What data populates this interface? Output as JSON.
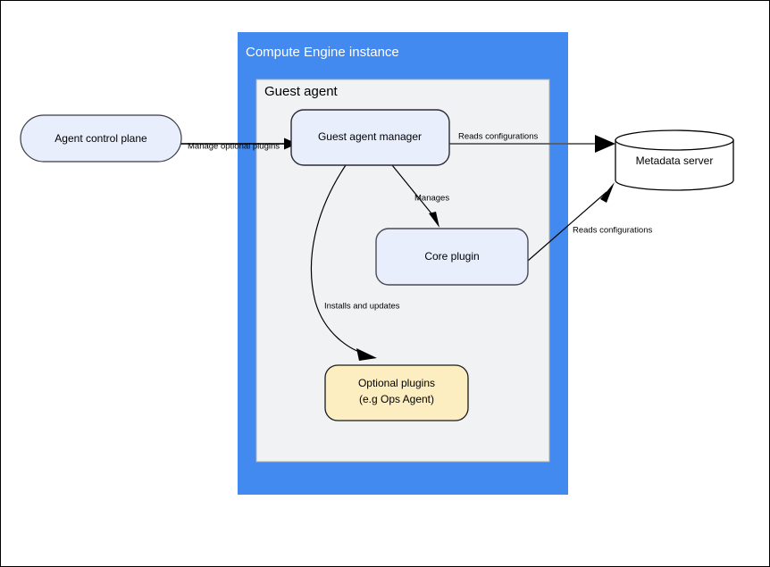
{
  "diagram": {
    "title_visible": false,
    "containers": [
      {
        "id": "compute-engine-instance",
        "label": "Compute Engine instance",
        "fill": "#4289f0",
        "label_color": "#ffffff"
      },
      {
        "id": "guest-agent",
        "label": "Guest agent",
        "fill": "#f1f2f3",
        "label_color": "#000000",
        "border": "#b3b3b3"
      }
    ],
    "nodes": [
      {
        "id": "agent-control-plane",
        "label": "Agent control plane",
        "shape": "stadium",
        "fill": "#e8eefc",
        "stroke": "#3a3a48"
      },
      {
        "id": "guest-agent-manager",
        "label": "Guest agent manager",
        "shape": "rounded-rect",
        "fill": "#e8eefc",
        "stroke": "#2b2b33"
      },
      {
        "id": "core-plugin",
        "label": "Core plugin",
        "shape": "rounded-rect",
        "fill": "#e8eefc",
        "stroke": "#4a4a55"
      },
      {
        "id": "optional-plugins",
        "label_line1": "Optional plugins",
        "label_line2": "(e.g  Ops Agent)",
        "shape": "rounded-rect",
        "fill": "#fdeec2",
        "stroke": "#1a1a1a"
      },
      {
        "id": "metadata-server",
        "label": "Metadata server",
        "shape": "cylinder",
        "fill": "#ffffff",
        "stroke": "#000000"
      }
    ],
    "edges": [
      {
        "id": "control-plane-to-manager",
        "label": "Manage optional plugins",
        "from": "agent-control-plane",
        "to": "guest-agent-manager",
        "style": "straight",
        "color": "#000000"
      },
      {
        "id": "manager-to-metadata",
        "label": "Reads configurations",
        "from": "guest-agent-manager",
        "to": "metadata-server",
        "style": "straight",
        "color": "#666666"
      },
      {
        "id": "manager-to-core-plugin",
        "label": "Manages",
        "from": "guest-agent-manager",
        "to": "core-plugin",
        "style": "straight",
        "color": "#000000"
      },
      {
        "id": "manager-to-optional-plugins",
        "label": "Installs and updates",
        "from": "guest-agent-manager",
        "to": "optional-plugins",
        "style": "curved",
        "color": "#000000"
      },
      {
        "id": "core-plugin-to-metadata",
        "label": "Reads configurations",
        "from": "core-plugin",
        "to": "metadata-server",
        "style": "straight",
        "color": "#000000"
      }
    ]
  }
}
